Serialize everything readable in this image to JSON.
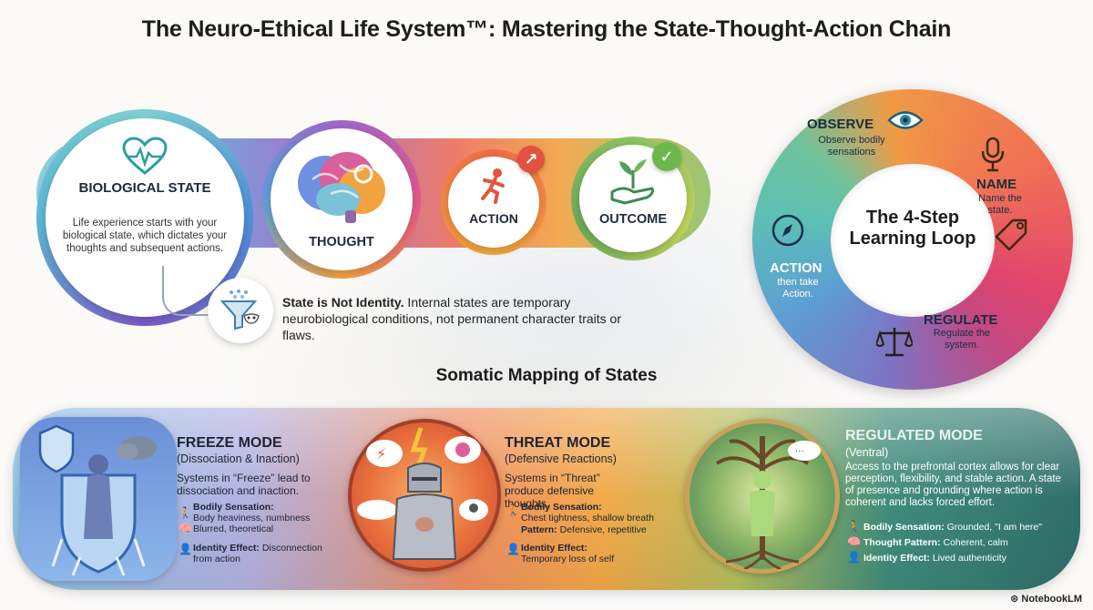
{
  "title": "The Neuro-Ethical Life System™: Mastering the State-Thought-Action Chain",
  "chain": {
    "biological_state": {
      "title": "BIOLOGICAL STATE",
      "description": "Life experience starts with your biological state, which dictates your thoughts and subsequent actions.",
      "icon": "heart-pulse-icon"
    },
    "thought": {
      "title": "THOUGHT",
      "icon": "brain-gears-icon"
    },
    "action": {
      "title": "ACTION",
      "icon": "running-person-icon",
      "badge_icon": "arrow-up-right-icon"
    },
    "outcome": {
      "title": "OUTCOME",
      "icon": "plant-in-hand-icon",
      "badge_icon": "checkmark-icon"
    }
  },
  "state_not_identity": {
    "heading": "State is Not Identity.",
    "text": " Internal states are temporary neurobiological conditions, not permanent character traits or flaws.",
    "icon": "funnel-mask-icon"
  },
  "learning_loop": {
    "center": "The 4-Step Learning Loop",
    "steps": [
      {
        "title": "OBSERVE",
        "desc": "Observe bodily sensations",
        "icon": "eye-icon"
      },
      {
        "title": "NAME",
        "desc": "Name the state.",
        "icon": "microphone-tag-icon"
      },
      {
        "title": "REGULATE",
        "desc": "Regulate the system.",
        "icon": "scales-icon"
      },
      {
        "title": "ACTION",
        "desc": "then take Action.",
        "icon": "compass-icon"
      }
    ]
  },
  "somatic": {
    "title": "Somatic Mapping of States",
    "modes": [
      {
        "title": "FREEZE MODE",
        "subtitle": "(Dissociation & Inaction)",
        "desc": "Systems in “Freeze” lead to dissociation and inaction.",
        "sensation_label": "Bodily Sensation:",
        "sensation_1": "Body heaviness, numbness",
        "sensation_2": "Blurred, theoretical",
        "identity_label": "Identity Effect:",
        "identity_value": " Disconnection from action"
      },
      {
        "title": "THREAT MODE",
        "subtitle": "(Defensive Reactions)",
        "desc": "Systems in “Threat” produce defensive thoughts.",
        "sensation_label": "Bodily Sensation:",
        "sensation_1": "Chest tightness, shallow breath",
        "pattern_label": "Pattern:",
        "pattern_value": " Defensive, repetitive",
        "identity_label": "Identity Effect:",
        "identity_value": "Temporary loss of self"
      },
      {
        "title": "REGULATED MODE",
        "subtitle": "(Ventral)",
        "desc": "Access to the prefrontal cortex allows for clear perception, flexibility, and stable action. A state of presence and grounding where action is coherent and lacks forced effort.",
        "sensation_label": "Bodily Sensation:",
        "sensation_value": " Grounded, \"I am here\"",
        "pattern_label": "Thought Pattern:",
        "pattern_value": " Coherent, calm",
        "identity_label": "Identity Effect:",
        "identity_value": " Lived authenticity"
      }
    ]
  },
  "footer": "NotebookLM",
  "colors": {
    "freeze": "#6a8fd8",
    "threat": "#e9703d",
    "regulated": "#3e7b55"
  }
}
